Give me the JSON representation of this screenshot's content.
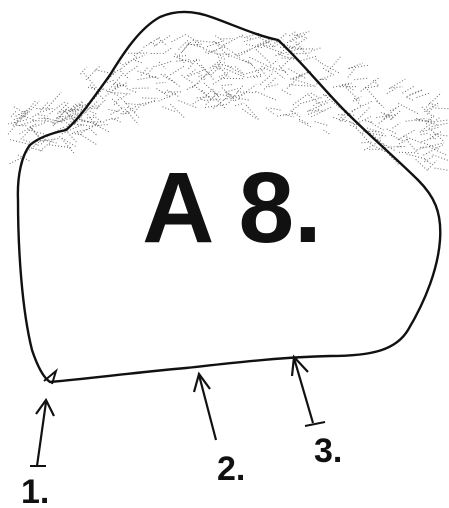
{
  "figure": {
    "title": "A 8.",
    "markers": [
      {
        "id": "1",
        "label": "1."
      },
      {
        "id": "2",
        "label": "2."
      },
      {
        "id": "3",
        "label": "3."
      }
    ]
  },
  "colors": {
    "ink": "#111111",
    "stipple": "#666666",
    "background": "#ffffff"
  }
}
